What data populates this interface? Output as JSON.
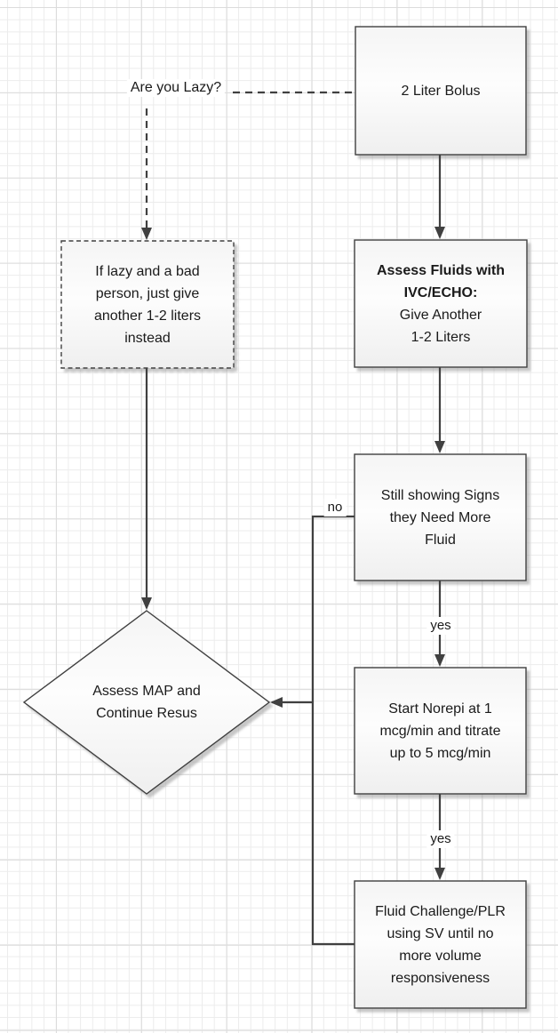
{
  "labels": {
    "are_you_lazy": "Are you Lazy?",
    "no_branch": "no",
    "yes_branch_1": "yes",
    "yes_branch_2": "yes"
  },
  "nodes": {
    "bolus": {
      "text": "2 Liter Bolus"
    },
    "lazy_option": {
      "text": "If lazy and a bad\nperson, just give\nanother 1-2 liters\ninstead"
    },
    "assess_fluids": {
      "heading": "Assess Fluids with\nIVC/ECHO:",
      "text": "Give Another\n1-2 Liters"
    },
    "signs": {
      "text": "Still showing Signs\nthey Need More\nFluid"
    },
    "norepi": {
      "text": "Start Norepi at 1\nmcg/min and titrate\nup to 5 mcg/min"
    },
    "fluid_challenge": {
      "text": "Fluid Challenge/PLR\nusing SV until no\nmore volume\nresponsiveness"
    },
    "assess_map": {
      "text": "Assess MAP and\nContinue Resus"
    }
  },
  "colors": {
    "line": "#404040",
    "border": "#3f3f3f",
    "text": "#1a1a1a",
    "grid_minor": "#ececec",
    "grid_major": "#dcdcdc",
    "label_bg": "#ffffff"
  }
}
